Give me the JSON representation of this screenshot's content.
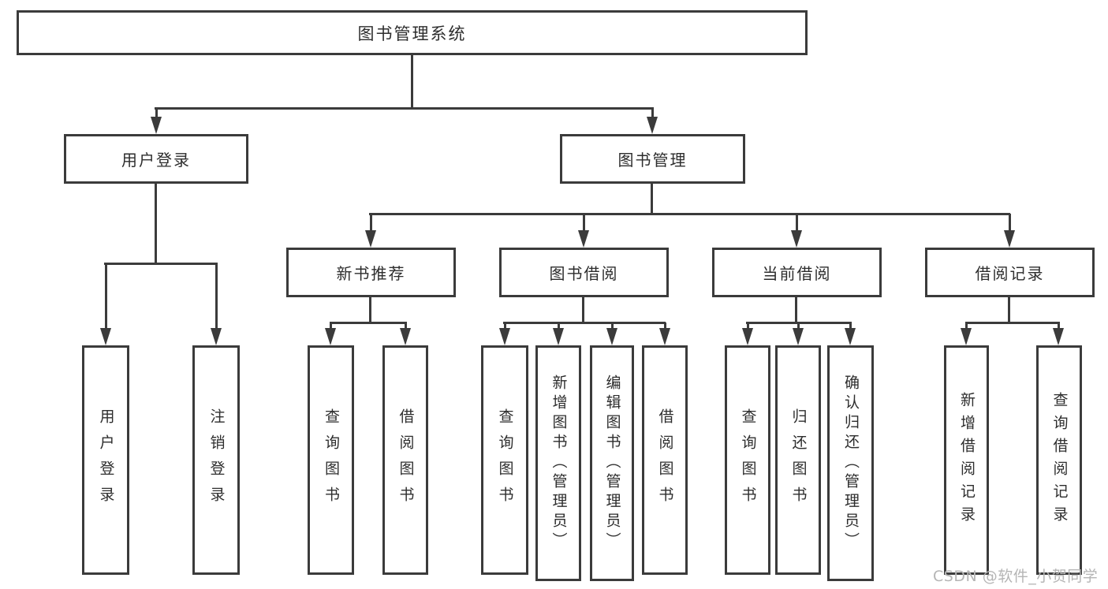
{
  "colors": {
    "line": "#3b3b3b",
    "box_border": "#3b3b3b",
    "text": "#2d2d2d",
    "watermark": "#b5b5b5",
    "background": "#ffffff"
  },
  "watermark": {
    "text": "CSDN @软件_小贺同学"
  },
  "tree": {
    "root": "图书管理系统",
    "children": [
      {
        "label": "用户登录",
        "children": [
          {
            "label": "用户登录"
          },
          {
            "label": "注销登录"
          }
        ]
      },
      {
        "label": "图书管理",
        "children": [
          {
            "label": "新书推荐",
            "children": [
              {
                "label": "查询图书"
              },
              {
                "label": "借阅图书"
              }
            ]
          },
          {
            "label": "图书借阅",
            "children": [
              {
                "label": "查询图书"
              },
              {
                "label": "新增图书（管理员）"
              },
              {
                "label": "编辑图书（管理员）"
              },
              {
                "label": "借阅图书"
              }
            ]
          },
          {
            "label": "当前借阅",
            "children": [
              {
                "label": "查询图书"
              },
              {
                "label": "归还图书"
              },
              {
                "label": "确认归还（管理员）"
              }
            ]
          },
          {
            "label": "借阅记录",
            "children": [
              {
                "label": "新增借阅记录"
              },
              {
                "label": "查询借阅记录"
              }
            ]
          }
        ]
      }
    ]
  }
}
